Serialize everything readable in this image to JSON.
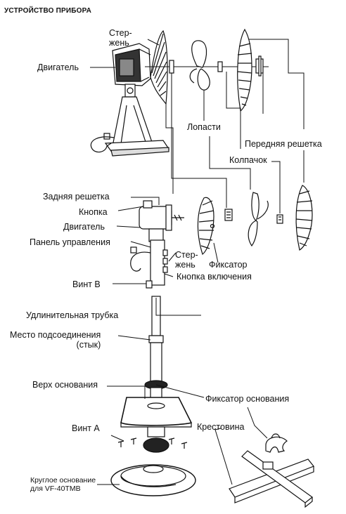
{
  "title": "УСТРОЙСТВО ПРИБОРА",
  "labels": {
    "sterzhen_top": [
      "Стер-",
      "жень"
    ],
    "dvigatel_top": "Двигатель",
    "lopasti": "Лопасти",
    "perednyaya_reshetka": "Передняя решетка",
    "kolpachok": "Колпачок",
    "zadnyaya_reshetka": "Задняя решетка",
    "knopka": "Кнопка",
    "dvigatel": "Двигатель",
    "panel_upravleniya": "Панель управления",
    "sterzhen_mid": [
      "Стер-",
      "жень"
    ],
    "fiksator": "Фиксатор",
    "vint_b": "Винт В",
    "knopka_vklyucheniya": "Кнопка включения",
    "udlinitelnaya_trubka": "Удлинительная трубка",
    "mesto_podsoedineniya": [
      "Место подсоединения",
      "(стык)"
    ],
    "verh_osnovaniya": "Верх основания",
    "fiksator_osnovaniya": "Фиксатор основания",
    "vint_a": "Винт А",
    "krestovina": "Крестовина",
    "krugloe_osnovanie": [
      "Круглое основание",
      "для VF-40TMB"
    ]
  }
}
